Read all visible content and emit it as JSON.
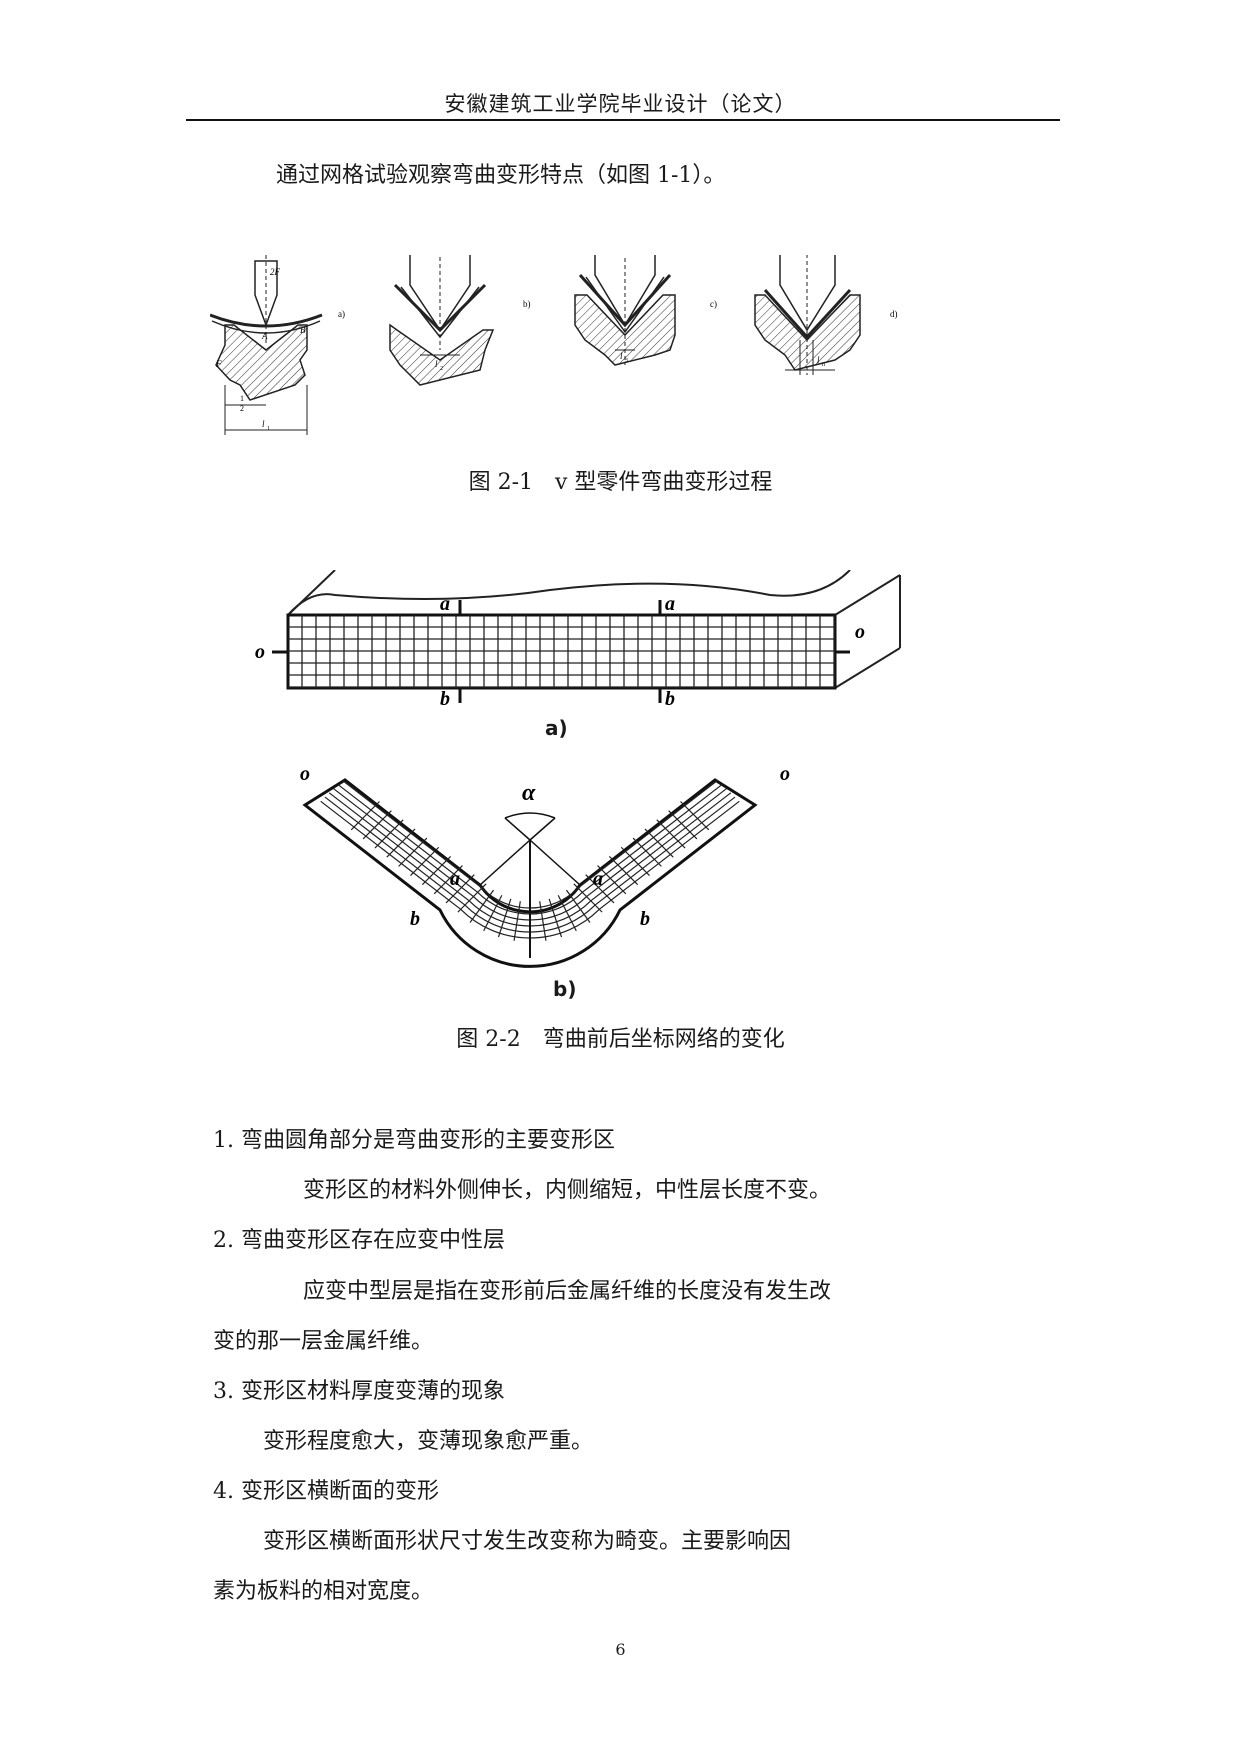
{
  "header": {
    "title": "安徽建筑工业学院毕业设计（论文）"
  },
  "intro": "通过网格试验观察弯曲变形特点（如图 1-1）。",
  "figure1": {
    "caption": "图 2-1　v 型零件弯曲变形过程",
    "panels": [
      "a)",
      "b)",
      "c)",
      "d)"
    ],
    "labels": {
      "force": "2F",
      "force_side": "F",
      "point_a": "A",
      "point_b": "B",
      "half": "1",
      "half_den": "2",
      "l1": "l",
      "l1_sub": "1",
      "l2": "l",
      "l2_sub": "2",
      "l3": "l",
      "l3_sub": "3",
      "ln": "l",
      "ln_sub": "n"
    }
  },
  "figure2": {
    "caption": "图 2-2　弯曲前后坐标网络的变化",
    "panel_a": "a)",
    "panel_b": "b)",
    "labels": {
      "o": "o",
      "a": "a",
      "b": "b",
      "alpha": "α"
    }
  },
  "sections": [
    {
      "heading": "1. 弯曲圆角部分是弯曲变形的主要变形区",
      "body": [
        "变形区的材料外侧伸长，内侧缩短，中性层长度不变。"
      ]
    },
    {
      "heading": "2. 弯曲变形区存在应变中性层",
      "body": [
        "应变中型层是指在变形前后金属纤维的长度没有发生改",
        "变的那一层金属纤维。"
      ]
    },
    {
      "heading": "3.  变形区材料厚度变薄的现象",
      "body": [
        "变形程度愈大，变薄现象愈严重。"
      ]
    },
    {
      "heading": "4. 变形区横断面的变形",
      "body": [
        "变形区横断面形状尺寸发生改变称为畸变。主要影响因",
        "素为板料的相对宽度。"
      ]
    }
  ],
  "page_number": "6"
}
